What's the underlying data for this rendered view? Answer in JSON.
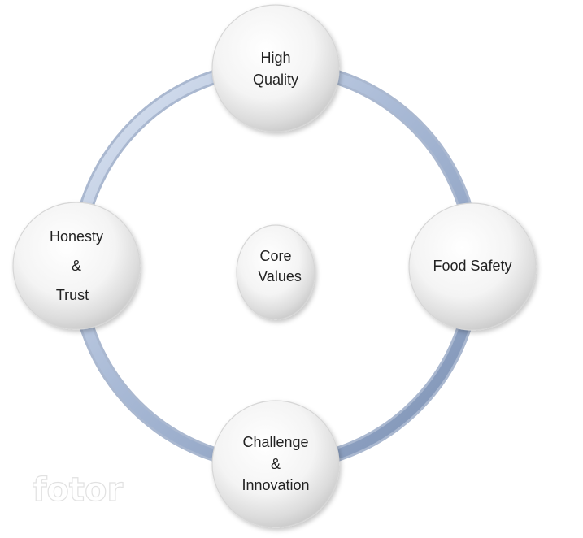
{
  "center": {
    "lines": [
      "Core",
      "Values"
    ]
  },
  "nodes": {
    "top": {
      "lines": [
        "High",
        "Quality"
      ]
    },
    "right": {
      "lines": [
        "Food Safety"
      ]
    },
    "bottom": {
      "lines": [
        "Challenge",
        "&",
        "Innovation"
      ]
    },
    "left": {
      "lines": [
        "Honesty",
        "&",
        "Trust"
      ]
    }
  },
  "watermark": "fotor",
  "colors": {
    "ring_light": "#c9d6ea",
    "ring_dark": "#7f94b7",
    "circle_highlight": "#ffffff",
    "circle_shadow": "#c4c4c4",
    "text": "#222222"
  }
}
